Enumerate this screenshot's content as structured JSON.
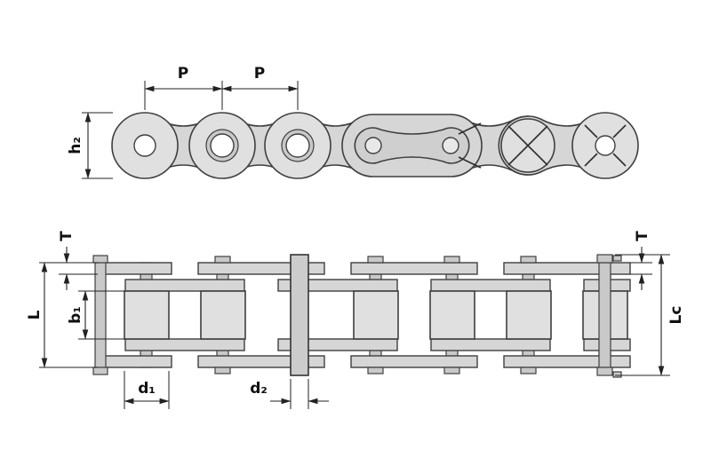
{
  "drawing": {
    "background": "#ffffff",
    "line_color": "#3a3a3a",
    "fill_plate": "#d6d6d6",
    "fill_roller": "#e0e0e0",
    "fill_pin": "#c9c9c9",
    "fill_hole": "#ffffff",
    "fill_clip": "#cfcfcf",
    "labels": {
      "pitch_1": "P",
      "pitch_2": "P",
      "plate_height": "h₂",
      "thickness_left": "T",
      "thickness_right": "T",
      "pin_length": "L",
      "inner_width": "b₁",
      "pin_length_connecting": "Lc",
      "roller_diameter": "d₁",
      "pin_diameter": "d₂"
    }
  }
}
